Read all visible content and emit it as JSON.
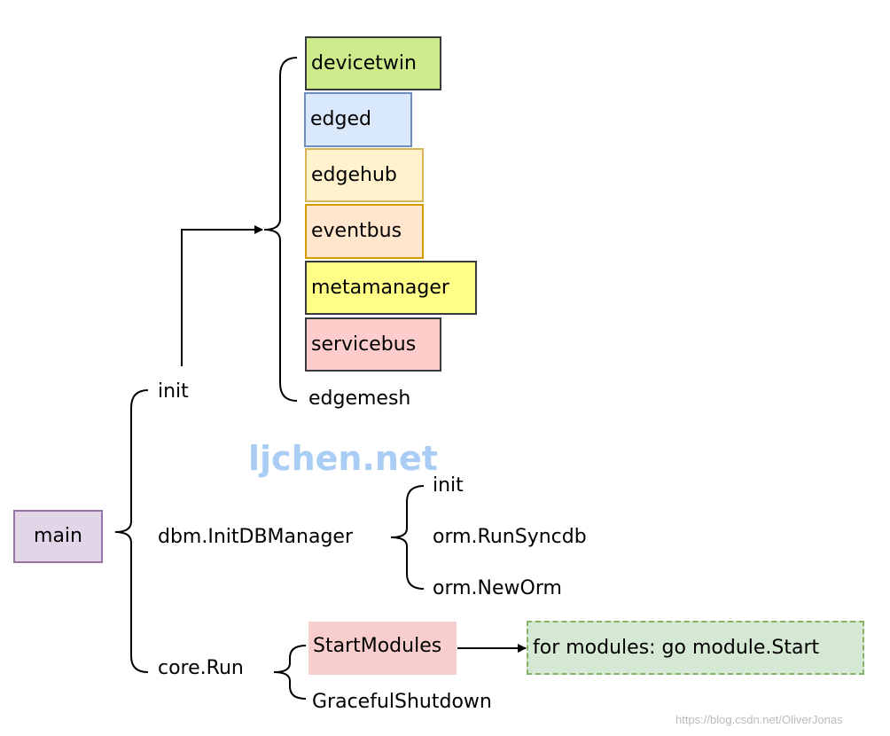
{
  "root": {
    "label": "main"
  },
  "init_branch": {
    "label": "init",
    "modules": [
      {
        "label": "devicetwin"
      },
      {
        "label": "edged"
      },
      {
        "label": "edgehub"
      },
      {
        "label": "eventbus"
      },
      {
        "label": "metamanager"
      },
      {
        "label": "servicebus"
      },
      {
        "label": "edgemesh"
      }
    ]
  },
  "dbm_branch": {
    "label": "dbm.InitDBManager",
    "children": [
      {
        "label": "init"
      },
      {
        "label": "orm.RunSyncdb"
      },
      {
        "label": "orm.NewOrm"
      }
    ]
  },
  "core_branch": {
    "label": "core.Run",
    "children": [
      {
        "label": "StartModules"
      },
      {
        "label": "GracefulShutdown"
      }
    ],
    "start_target": "for modules: go module.Start"
  },
  "watermark": {
    "text": "ljchen.net"
  },
  "credit": {
    "text": "https://blog.csdn.net/OliverJonas"
  },
  "colors": {
    "main_fill": "#e1d5e7",
    "main_stroke": "#9673a6",
    "devicetwin_fill": "#cdeb8b",
    "devicetwin_stroke": "#36393d",
    "edged_fill": "#dae8fc",
    "edged_stroke": "#6c8ebf",
    "edgehub_fill": "#fff2cc",
    "edgehub_stroke": "#d6b656",
    "eventbus_fill": "#ffe6cc",
    "eventbus_stroke": "#d79b00",
    "metamanager_fill": "#ffff88",
    "metamanager_stroke": "#36393d",
    "servicebus_fill": "#ffcccc",
    "servicebus_stroke": "#36393d",
    "startmodules_fill": "#f8cecc",
    "forloop_fill": "#d5e8d4",
    "forloop_stroke": "#82b366",
    "watermark": "#a9cdf5",
    "credit": "#bbbbbb"
  }
}
